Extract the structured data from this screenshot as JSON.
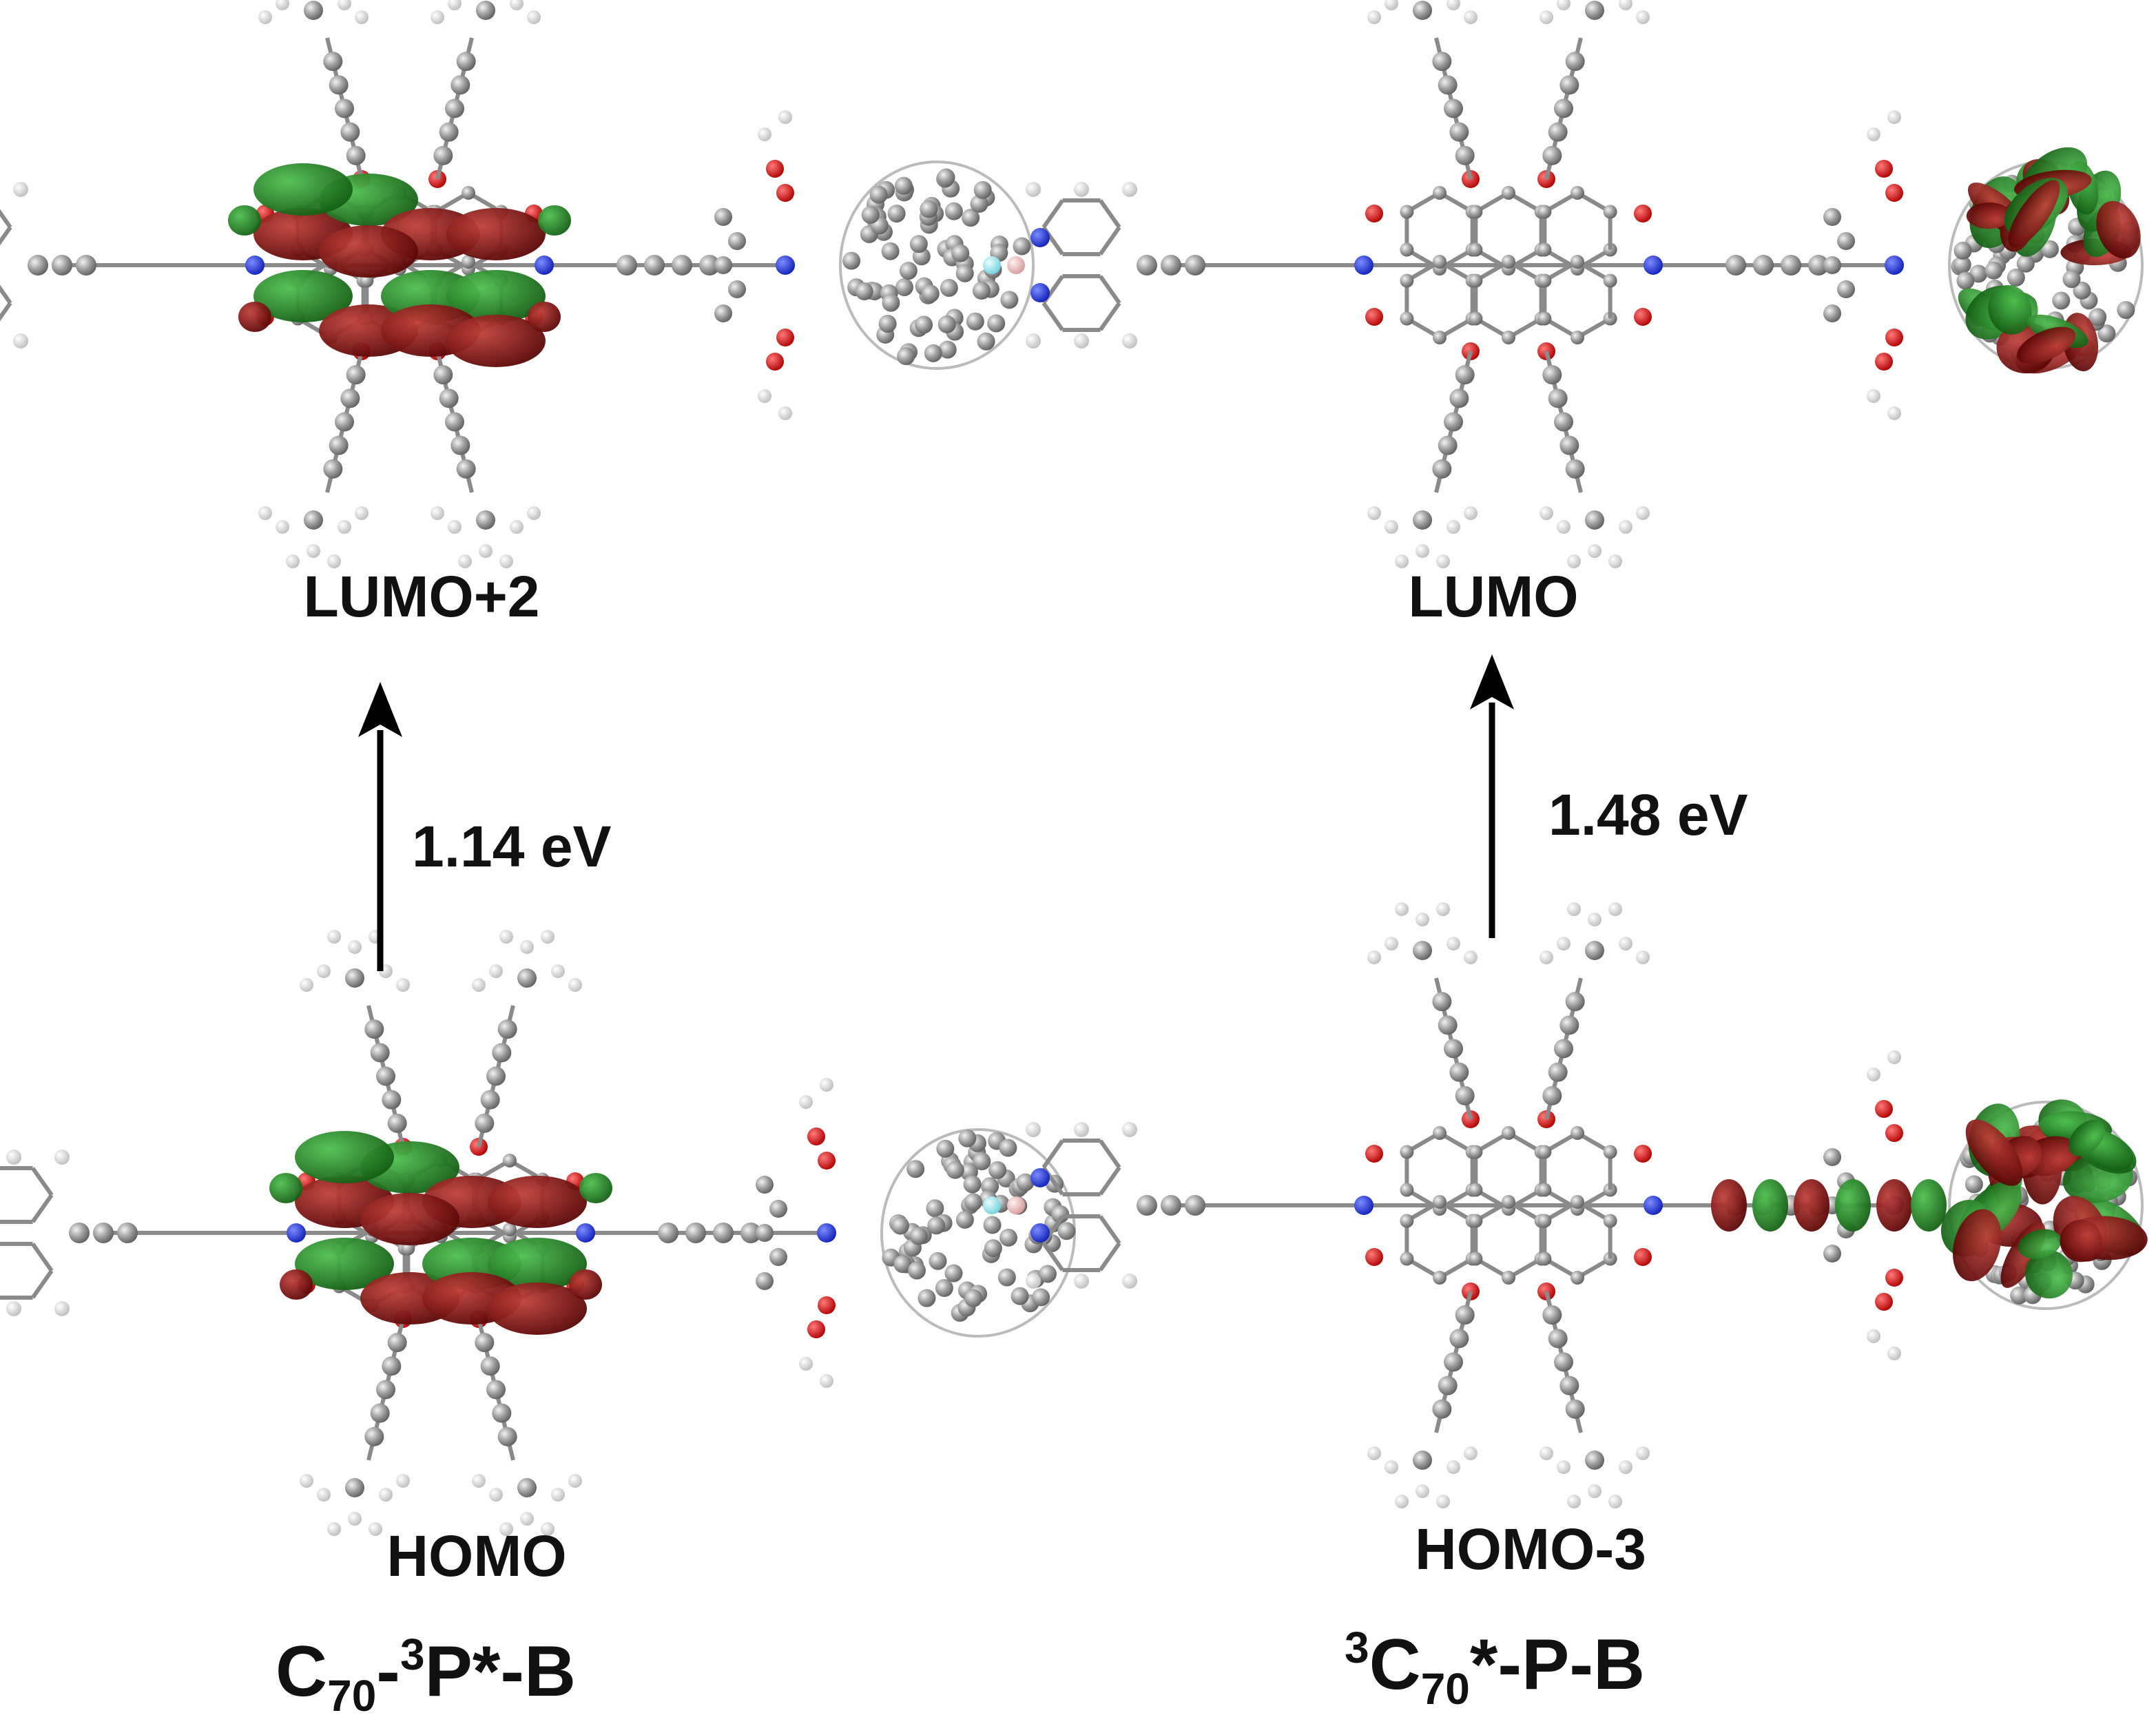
{
  "panels": [
    {
      "upper_orbital": "LUMO+2",
      "lower_orbital": "HOMO",
      "energy_gap": "1.14 eV",
      "system": {
        "pre": "C",
        "pre_sub": "70",
        "mid": "-",
        "sup": "3",
        "main": "P*-B"
      },
      "density_on": "perylene-core"
    },
    {
      "upper_orbital": "LUMO",
      "lower_orbital": "HOMO-3",
      "energy_gap": "1.48 eV",
      "system": {
        "sup": "3",
        "pre": "C",
        "pre_sub": "70",
        "main": "*-P-B"
      },
      "density_on": "fullerene"
    }
  ],
  "colors": {
    "orbital_positive": "#7a0d0d",
    "orbital_negative": "#1f7a1f",
    "carbon": "#9a9a9a",
    "hydrogen": "#e8e8e8",
    "oxygen": "#cc1111",
    "nitrogen": "#1a2ecc",
    "boron": "#e8b8b8",
    "fluorine": "#9fe8f0",
    "arrow": "#000000"
  }
}
